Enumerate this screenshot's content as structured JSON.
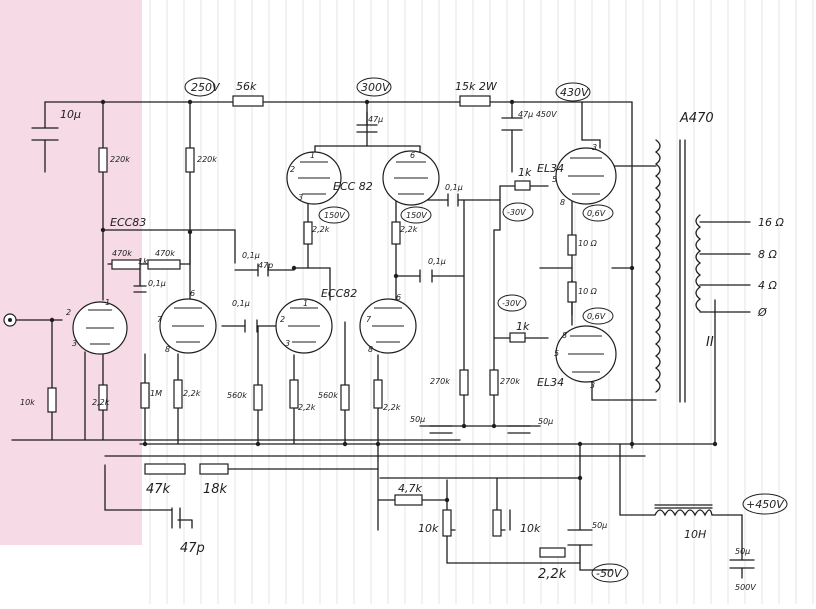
{
  "colors": {
    "ink": "#1e1e1e",
    "grid": "#cfd3dc",
    "margin_tint": "#f6dbe6",
    "paper": "#ffffff"
  },
  "voltages": {
    "v250": "250V",
    "v300": "300V",
    "v430": "430V",
    "v450": "+450V",
    "vneg50": "-50V",
    "v150a": "150V",
    "v150b": "150V",
    "vm30a": "-30V",
    "vm30b": "-30V",
    "v06a": "0,6V",
    "v06b": "0,6V"
  },
  "tubes": {
    "ecc83": "ECC83",
    "ecc82_top": "ECC 82",
    "ecc82_mid": "ECC82",
    "el34_top": "EL34",
    "el34_bot": "EL34"
  },
  "transformer": {
    "label": "A470",
    "tap_16": "16 Ω",
    "tap_8": "8 Ω",
    "tap_4": "4 Ω",
    "tap_0": "Ø",
    "roman": "II"
  },
  "resistors": {
    "r56k": "56k",
    "r15k": "15k 2W",
    "r220k_a": "220k",
    "r220k_b": "220k",
    "r470k_a": "470k",
    "r470k_b": "470k",
    "r10k_in": "10k",
    "r1k_in": "1k",
    "r2k2_a": "2,2k",
    "r1m": "1M",
    "r2k2_b": "2,2k",
    "r560k_a": "560k",
    "r2k2_c": "2,2k",
    "r560k_b": "560k",
    "r2k2_d": "2,2k",
    "r2k2_e": "2,2k",
    "r2k2_f": "2,2k",
    "r270k_a": "270k",
    "r270k_b": "270k",
    "r1k_a": "1k",
    "r1k_b": "1k",
    "r10_a": "10 Ω",
    "r10_b": "10 Ω",
    "r47k": "47k",
    "r18k": "18k",
    "r47k_b": "4,7k",
    "pot10k_a": "10k",
    "pot10k_b": "10k",
    "r2k2_bias": "2,2k"
  },
  "capacitors": {
    "c10u": "10μ",
    "c47u_a": "47μ",
    "c47u_b": "47μ 450V",
    "c01u_a": "0,1μ",
    "c01u_b": "0,1μ",
    "c01u_c": "0,1μ",
    "c01u_d": "0,1μ",
    "c47p_a": "47p",
    "c01_small": "0,1μ",
    "c50u_a": "50μ",
    "c50u_b": "50μ",
    "c50u_c": "50μ",
    "c50u_psu": "50μ",
    "c50u_psu_v": "500V",
    "c47p_fb": "47p"
  },
  "choke": {
    "label": "10H"
  },
  "pins": {
    "p1": "1",
    "p2": "2",
    "p3": "3",
    "p6": "6",
    "p7": "7",
    "p8": "8",
    "p3b": "3",
    "p1b": "1",
    "p2b": "2",
    "p6b": "6",
    "p8c": "8",
    "p7c": "7",
    "p3c": "3",
    "p3d": "3",
    "p5a": "5",
    "p8e": "8",
    "p3e": "3",
    "p5b": "5",
    "p8f": "8",
    "p3f": "3"
  }
}
